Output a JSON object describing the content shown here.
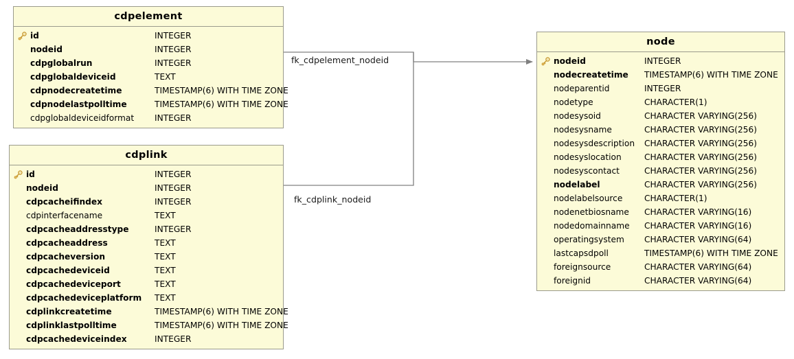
{
  "diagram": {
    "type": "entity-relationship-diagram",
    "background_color": "#ffffff",
    "entity_fill_color": "#fcfbd8",
    "entity_border_color": "#9a9a8c",
    "connector_color": "#808080"
  },
  "entities": [
    {
      "id": "cdpelement",
      "title": "cdpelement",
      "columns": [
        {
          "key": true,
          "required": true,
          "name": "id",
          "type": "INTEGER"
        },
        {
          "key": false,
          "required": true,
          "name": "nodeid",
          "type": "INTEGER"
        },
        {
          "key": false,
          "required": true,
          "name": "cdpglobalrun",
          "type": "INTEGER"
        },
        {
          "key": false,
          "required": true,
          "name": "cdpglobaldeviceid",
          "type": "TEXT"
        },
        {
          "key": false,
          "required": true,
          "name": "cdpnodecreatetime",
          "type": "TIMESTAMP(6) WITH TIME ZONE"
        },
        {
          "key": false,
          "required": true,
          "name": "cdpnodelastpolltime",
          "type": "TIMESTAMP(6) WITH TIME ZONE"
        },
        {
          "key": false,
          "required": false,
          "name": "cdpglobaldeviceidformat",
          "type": "INTEGER"
        }
      ]
    },
    {
      "id": "cdplink",
      "title": "cdplink",
      "columns": [
        {
          "key": true,
          "required": true,
          "name": "id",
          "type": "INTEGER"
        },
        {
          "key": false,
          "required": true,
          "name": "nodeid",
          "type": "INTEGER"
        },
        {
          "key": false,
          "required": true,
          "name": "cdpcacheifindex",
          "type": "INTEGER"
        },
        {
          "key": false,
          "required": false,
          "name": "cdpinterfacename",
          "type": "TEXT"
        },
        {
          "key": false,
          "required": true,
          "name": "cdpcacheaddresstype",
          "type": "INTEGER"
        },
        {
          "key": false,
          "required": true,
          "name": "cdpcacheaddress",
          "type": "TEXT"
        },
        {
          "key": false,
          "required": true,
          "name": "cdpcacheversion",
          "type": "TEXT"
        },
        {
          "key": false,
          "required": true,
          "name": "cdpcachedeviceid",
          "type": "TEXT"
        },
        {
          "key": false,
          "required": true,
          "name": "cdpcachedeviceport",
          "type": "TEXT"
        },
        {
          "key": false,
          "required": true,
          "name": "cdpcachedeviceplatform",
          "type": "TEXT"
        },
        {
          "key": false,
          "required": true,
          "name": "cdplinkcreatetime",
          "type": "TIMESTAMP(6) WITH TIME ZONE"
        },
        {
          "key": false,
          "required": true,
          "name": "cdplinklastpolltime",
          "type": "TIMESTAMP(6) WITH TIME ZONE"
        },
        {
          "key": false,
          "required": true,
          "name": "cdpcachedeviceindex",
          "type": "INTEGER"
        }
      ]
    },
    {
      "id": "node",
      "title": "node",
      "columns": [
        {
          "key": true,
          "required": true,
          "name": "nodeid",
          "type": "INTEGER"
        },
        {
          "key": false,
          "required": true,
          "name": "nodecreatetime",
          "type": "TIMESTAMP(6) WITH TIME ZONE"
        },
        {
          "key": false,
          "required": false,
          "name": "nodeparentid",
          "type": "INTEGER"
        },
        {
          "key": false,
          "required": false,
          "name": "nodetype",
          "type": "CHARACTER(1)"
        },
        {
          "key": false,
          "required": false,
          "name": "nodesysoid",
          "type": "CHARACTER VARYING(256)"
        },
        {
          "key": false,
          "required": false,
          "name": "nodesysname",
          "type": "CHARACTER VARYING(256)"
        },
        {
          "key": false,
          "required": false,
          "name": "nodesysdescription",
          "type": "CHARACTER VARYING(256)"
        },
        {
          "key": false,
          "required": false,
          "name": "nodesyslocation",
          "type": "CHARACTER VARYING(256)"
        },
        {
          "key": false,
          "required": false,
          "name": "nodesyscontact",
          "type": "CHARACTER VARYING(256)"
        },
        {
          "key": false,
          "required": true,
          "name": "nodelabel",
          "type": "CHARACTER VARYING(256)"
        },
        {
          "key": false,
          "required": false,
          "name": "nodelabelsource",
          "type": "CHARACTER(1)"
        },
        {
          "key": false,
          "required": false,
          "name": "nodenetbiosname",
          "type": "CHARACTER VARYING(16)"
        },
        {
          "key": false,
          "required": false,
          "name": "nodedomainname",
          "type": "CHARACTER VARYING(16)"
        },
        {
          "key": false,
          "required": false,
          "name": "operatingsystem",
          "type": "CHARACTER VARYING(64)"
        },
        {
          "key": false,
          "required": false,
          "name": "lastcapsdpoll",
          "type": "TIMESTAMP(6) WITH TIME ZONE"
        },
        {
          "key": false,
          "required": false,
          "name": "foreignsource",
          "type": "CHARACTER VARYING(64)"
        },
        {
          "key": false,
          "required": false,
          "name": "foreignid",
          "type": "CHARACTER VARYING(64)"
        }
      ]
    }
  ],
  "relationships": [
    {
      "id": "fk_cdpelement_nodeid",
      "label": "fk_cdpelement_nodeid",
      "from": "cdpelement",
      "to": "node"
    },
    {
      "id": "fk_cdplink_nodeid",
      "label": "fk_cdplink_nodeid",
      "from": "cdplink",
      "to": "node"
    }
  ]
}
